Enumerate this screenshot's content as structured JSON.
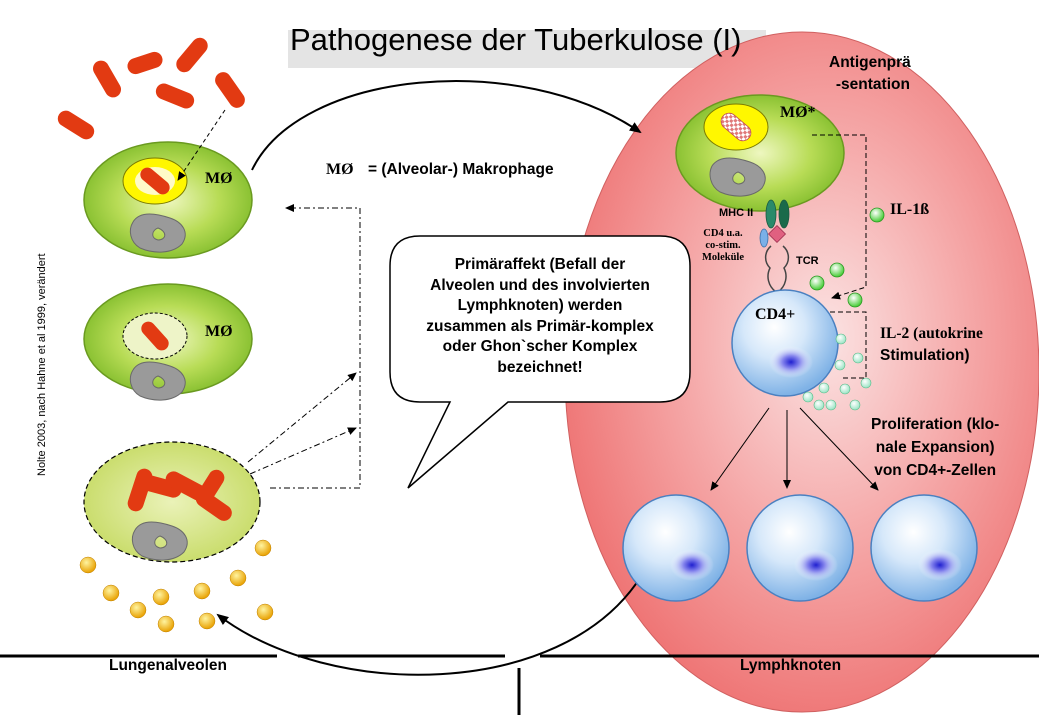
{
  "title": "Pathogenese der Tuberkulose (I)",
  "source_note": "Nolte 2003, nach Hahne et al 1999, verändert",
  "legend": {
    "symbol": "MØ",
    "text": "= (Alveolar-) Makrophage"
  },
  "labels": {
    "macrophage_1": "MØ",
    "macrophage_2": "MØ",
    "macrophage_star": "MØ*",
    "antigen_line1": "Antigenprä",
    "antigen_line2": "-sentation",
    "il1": "IL-1ß",
    "mhc": "MHC II",
    "cd4_line1": "CD4 u.a.",
    "cd4_line2": "co-stim.",
    "cd4_line3": "Moleküle",
    "tcr": "TCR",
    "cd4_cell": "CD4+",
    "il2_line1": "IL-2 (autokrine",
    "il2_line2": "Stimulation)",
    "prolif_line1": "Proliferation (klo-",
    "prolif_line2": "nale Expansion)",
    "prolif_line3": "von CD4+-Zellen",
    "lungenalveolen": "Lungenalveolen",
    "lymphknoten": "Lymphknoten"
  },
  "callout_lines": [
    "Primäraffekt (Befall der",
    "Alveolen und des involvierten",
    "Lymphknoten) werden",
    "zusammen als Primär-komplex",
    "oder Ghon`scher Komplex",
    "bezeichnet!"
  ],
  "colors": {
    "bacteria": "#e23a12",
    "macrophage": "#8fc832",
    "lymph_node": "#f08080",
    "lymphocyte": "#bcd8f4",
    "particle": "#f0b400",
    "cytokine": "#66dd44"
  }
}
